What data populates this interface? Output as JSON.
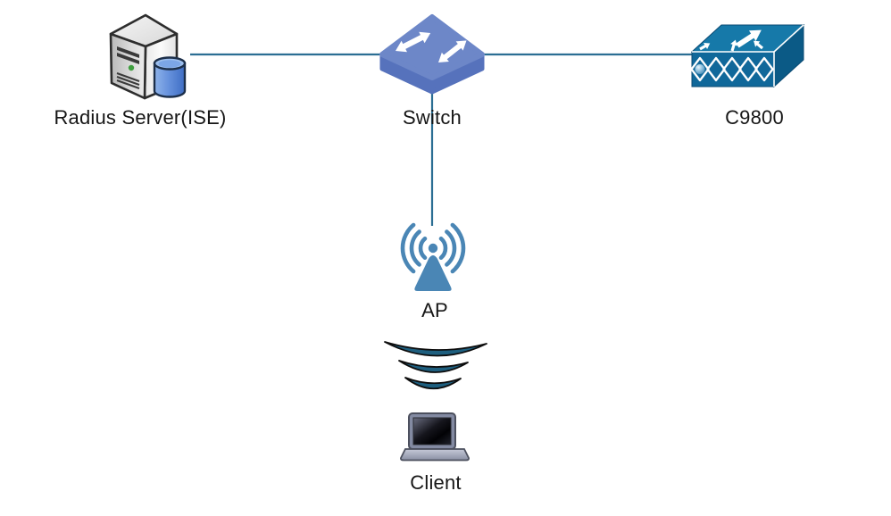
{
  "diagram": {
    "type": "network-topology",
    "nodes": [
      {
        "id": "radius-server",
        "label": "Radius Server(ISE)",
        "icon": "server-database-icon"
      },
      {
        "id": "switch",
        "label": "Switch",
        "icon": "switch-icon"
      },
      {
        "id": "c9800",
        "label": "C9800",
        "icon": "wireless-controller-icon"
      },
      {
        "id": "ap",
        "label": "AP",
        "icon": "access-point-icon"
      },
      {
        "id": "client",
        "label": "Client",
        "icon": "laptop-icon"
      }
    ],
    "connections": [
      {
        "from": "radius-server",
        "to": "switch",
        "type": "wired"
      },
      {
        "from": "switch",
        "to": "c9800",
        "type": "wired"
      },
      {
        "from": "switch",
        "to": "ap",
        "type": "wired"
      },
      {
        "from": "ap",
        "to": "client",
        "type": "wireless"
      }
    ],
    "colors": {
      "link": "#2b6e93",
      "switch_top": "#6d87c8",
      "switch_side": "#5672bc",
      "controller_front": "#10689a",
      "controller_top": "#1679a9",
      "controller_side": "#0b5a86",
      "ap_blue": "#4a86b5",
      "wave_teal": "#1e5f7f",
      "server_gray": "#d9d9d9",
      "database_blue": "#5b87d6",
      "label_text": "#161616"
    }
  }
}
